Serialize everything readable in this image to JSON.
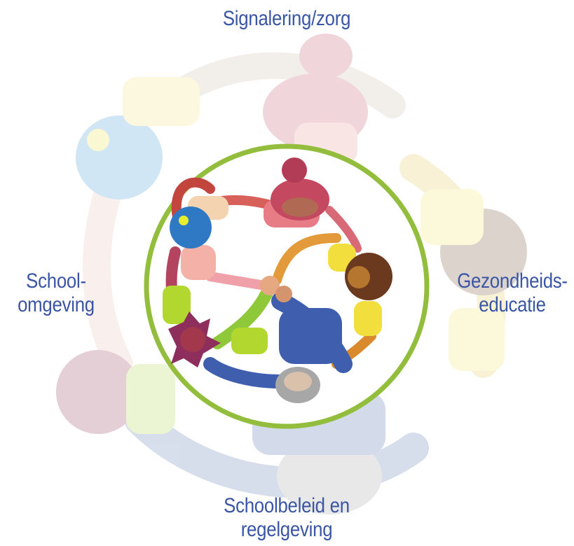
{
  "labels": {
    "top": "Signalering/zorg",
    "left_line1": "School-",
    "left_line2": "omgeving",
    "right_line1": "Gezondheids-",
    "right_line2": "educatie",
    "bottom_line1": "Schoolbeleid en",
    "bottom_line2": "regelgeving"
  },
  "colors": {
    "label_text": "#3a55a4",
    "circle_ring": "#93bd3c",
    "background": "#ffffff"
  },
  "icons": {
    "background": "faded-circle-of-children-holding-hands",
    "center": "children-and-teacher-holding-hands-circle"
  }
}
